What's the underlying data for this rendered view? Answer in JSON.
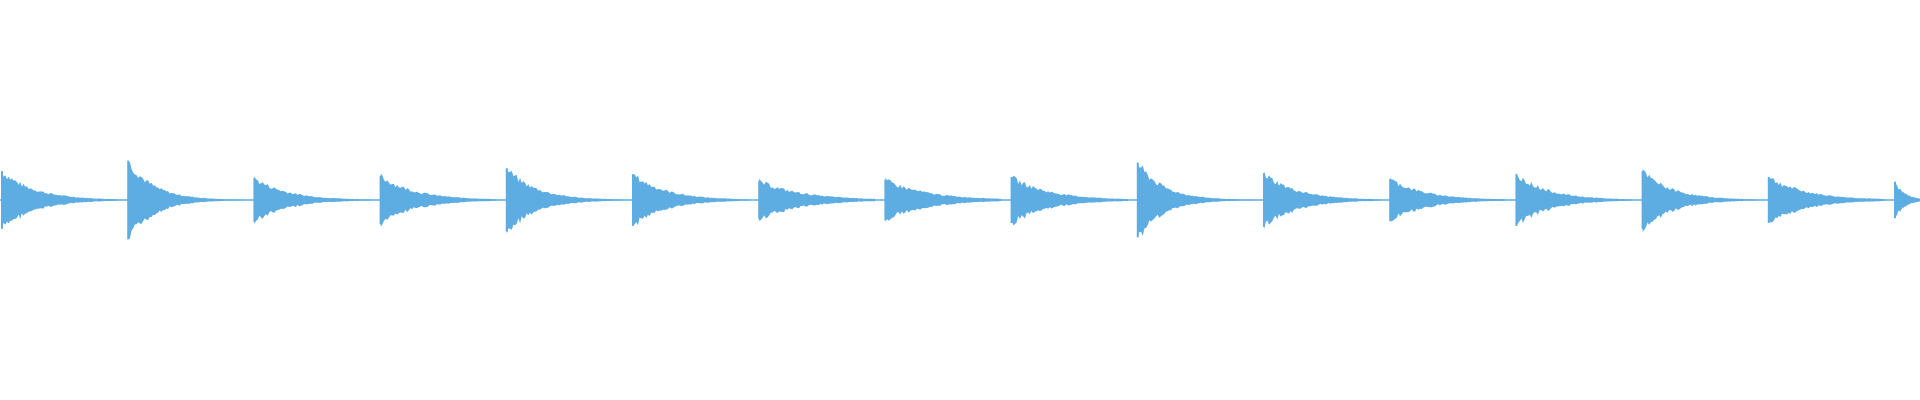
{
  "waveform": {
    "color": "#5dade2",
    "background": "#ffffff",
    "segment_count": 16,
    "hits": [
      {
        "index": 0,
        "peak": 0.6,
        "decay": 0.28
      },
      {
        "index": 1,
        "peak": 0.82,
        "decay": 0.22
      },
      {
        "index": 2,
        "peak": 0.46,
        "decay": 0.28
      },
      {
        "index": 3,
        "peak": 0.5,
        "decay": 0.3
      },
      {
        "index": 4,
        "peak": 0.66,
        "decay": 0.25
      },
      {
        "index": 5,
        "peak": 0.54,
        "decay": 0.28
      },
      {
        "index": 6,
        "peak": 0.4,
        "decay": 0.36
      },
      {
        "index": 7,
        "peak": 0.42,
        "decay": 0.36
      },
      {
        "index": 8,
        "peak": 0.48,
        "decay": 0.32
      },
      {
        "index": 9,
        "peak": 0.78,
        "decay": 0.22
      },
      {
        "index": 10,
        "peak": 0.56,
        "decay": 0.28
      },
      {
        "index": 11,
        "peak": 0.44,
        "decay": 0.3
      },
      {
        "index": 12,
        "peak": 0.54,
        "decay": 0.28
      },
      {
        "index": 13,
        "peak": 0.6,
        "decay": 0.26
      },
      {
        "index": 14,
        "peak": 0.48,
        "decay": 0.32
      },
      {
        "index": 15,
        "peak": 0.38,
        "decay": 0.4
      }
    ]
  }
}
